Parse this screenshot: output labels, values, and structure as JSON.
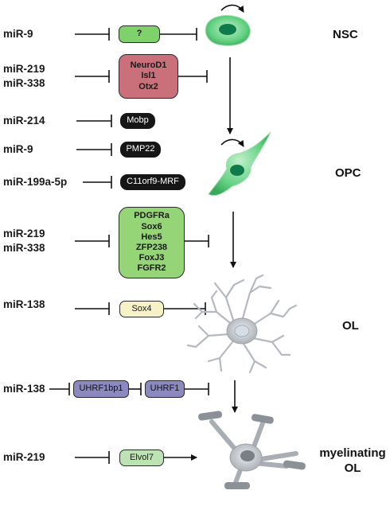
{
  "rows": [
    {
      "id": "r1",
      "mirnas": [
        "miR-9"
      ],
      "targets": [
        "?"
      ]
    },
    {
      "id": "r2",
      "mirnas": [
        "miR-219",
        "miR-338"
      ],
      "targets": [
        "NeuroD1",
        "Isl1",
        "Otx2"
      ]
    },
    {
      "id": "r3",
      "mirnas": [
        "miR-214"
      ],
      "targets": [
        "Mobp"
      ]
    },
    {
      "id": "r4",
      "mirnas": [
        "miR-9"
      ],
      "targets": [
        "PMP22"
      ]
    },
    {
      "id": "r5",
      "mirnas": [
        "miR-199a-5p"
      ],
      "targets": [
        "C11orf9-MRF"
      ]
    },
    {
      "id": "r6",
      "mirnas": [
        "miR-219",
        "miR-338"
      ],
      "targets": [
        "PDGFRa",
        "Sox6",
        "Hes5",
        "ZFP238",
        "FoxJ3",
        "FGFR2"
      ]
    },
    {
      "id": "r7",
      "mirnas": [
        "miR-138"
      ],
      "targets": [
        "Sox4"
      ]
    },
    {
      "id": "r8",
      "mirnas": [
        "miR-138"
      ],
      "targets": [
        "UHRF1bp1",
        "UHRF1"
      ]
    },
    {
      "id": "r9",
      "mirnas": [
        "miR-219"
      ],
      "targets": [
        "Elvol7"
      ]
    }
  ],
  "stages": [
    {
      "id": "nsc",
      "lines": [
        "NSC"
      ]
    },
    {
      "id": "opc",
      "lines": [
        "OPC"
      ]
    },
    {
      "id": "ol",
      "lines": [
        "OL"
      ]
    },
    {
      "id": "myelinating",
      "lines": [
        "myelinating",
        "OL"
      ]
    }
  ],
  "colors": {
    "green": "#7fd26b",
    "red": "#c9707a",
    "black": "#161616",
    "light_green": "#96d478",
    "yellow": "#f6f1c6",
    "purple": "#8b89bf",
    "pale_green": "#bde3b4",
    "cell_green": "#5fcf7f",
    "cell_grey": "#b9bcc0"
  }
}
